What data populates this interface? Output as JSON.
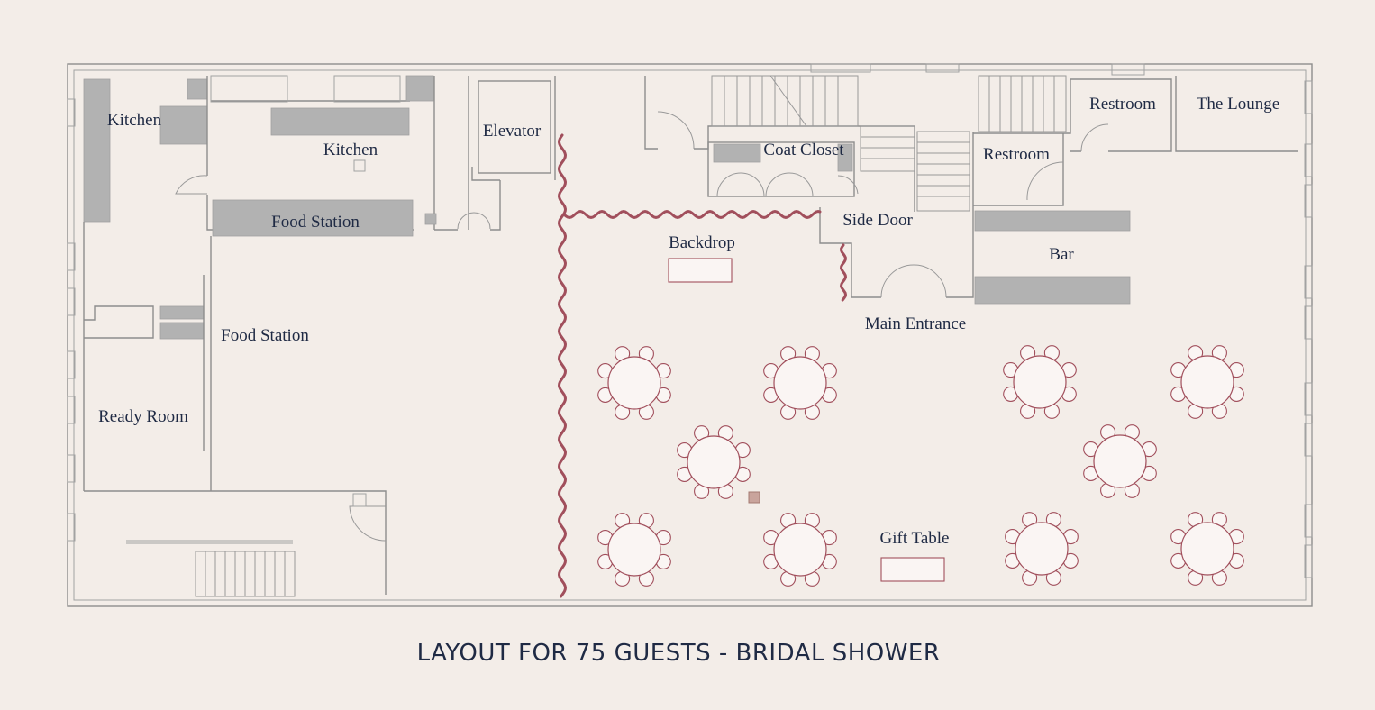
{
  "caption": "LAYOUT FOR 75 GUESTS - BRIDAL SHOWER",
  "labels": {
    "kitchen_left": "Kitchen",
    "kitchen": "Kitchen",
    "elevator": "Elevator",
    "coat_closet": "Coat Closet",
    "restroom_top": "Restroom",
    "lounge": "The Lounge",
    "restroom_mid": "Restroom",
    "food_station_top": "Food Station",
    "side_door": "Side Door",
    "backdrop": "Backdrop",
    "bar": "Bar",
    "main_entrance": "Main Entrance",
    "food_station_left": "Food Station",
    "ready_room": "Ready Room",
    "gift_table": "Gift Table"
  },
  "colors": {
    "background": "#f3ede8",
    "walls": "#8d8d8d",
    "fixtures": "#b2b2b2",
    "accent": "#a14f5c",
    "text": "#1f2a44"
  },
  "round_tables": {
    "count": 10,
    "chairs_per_table": 8
  }
}
